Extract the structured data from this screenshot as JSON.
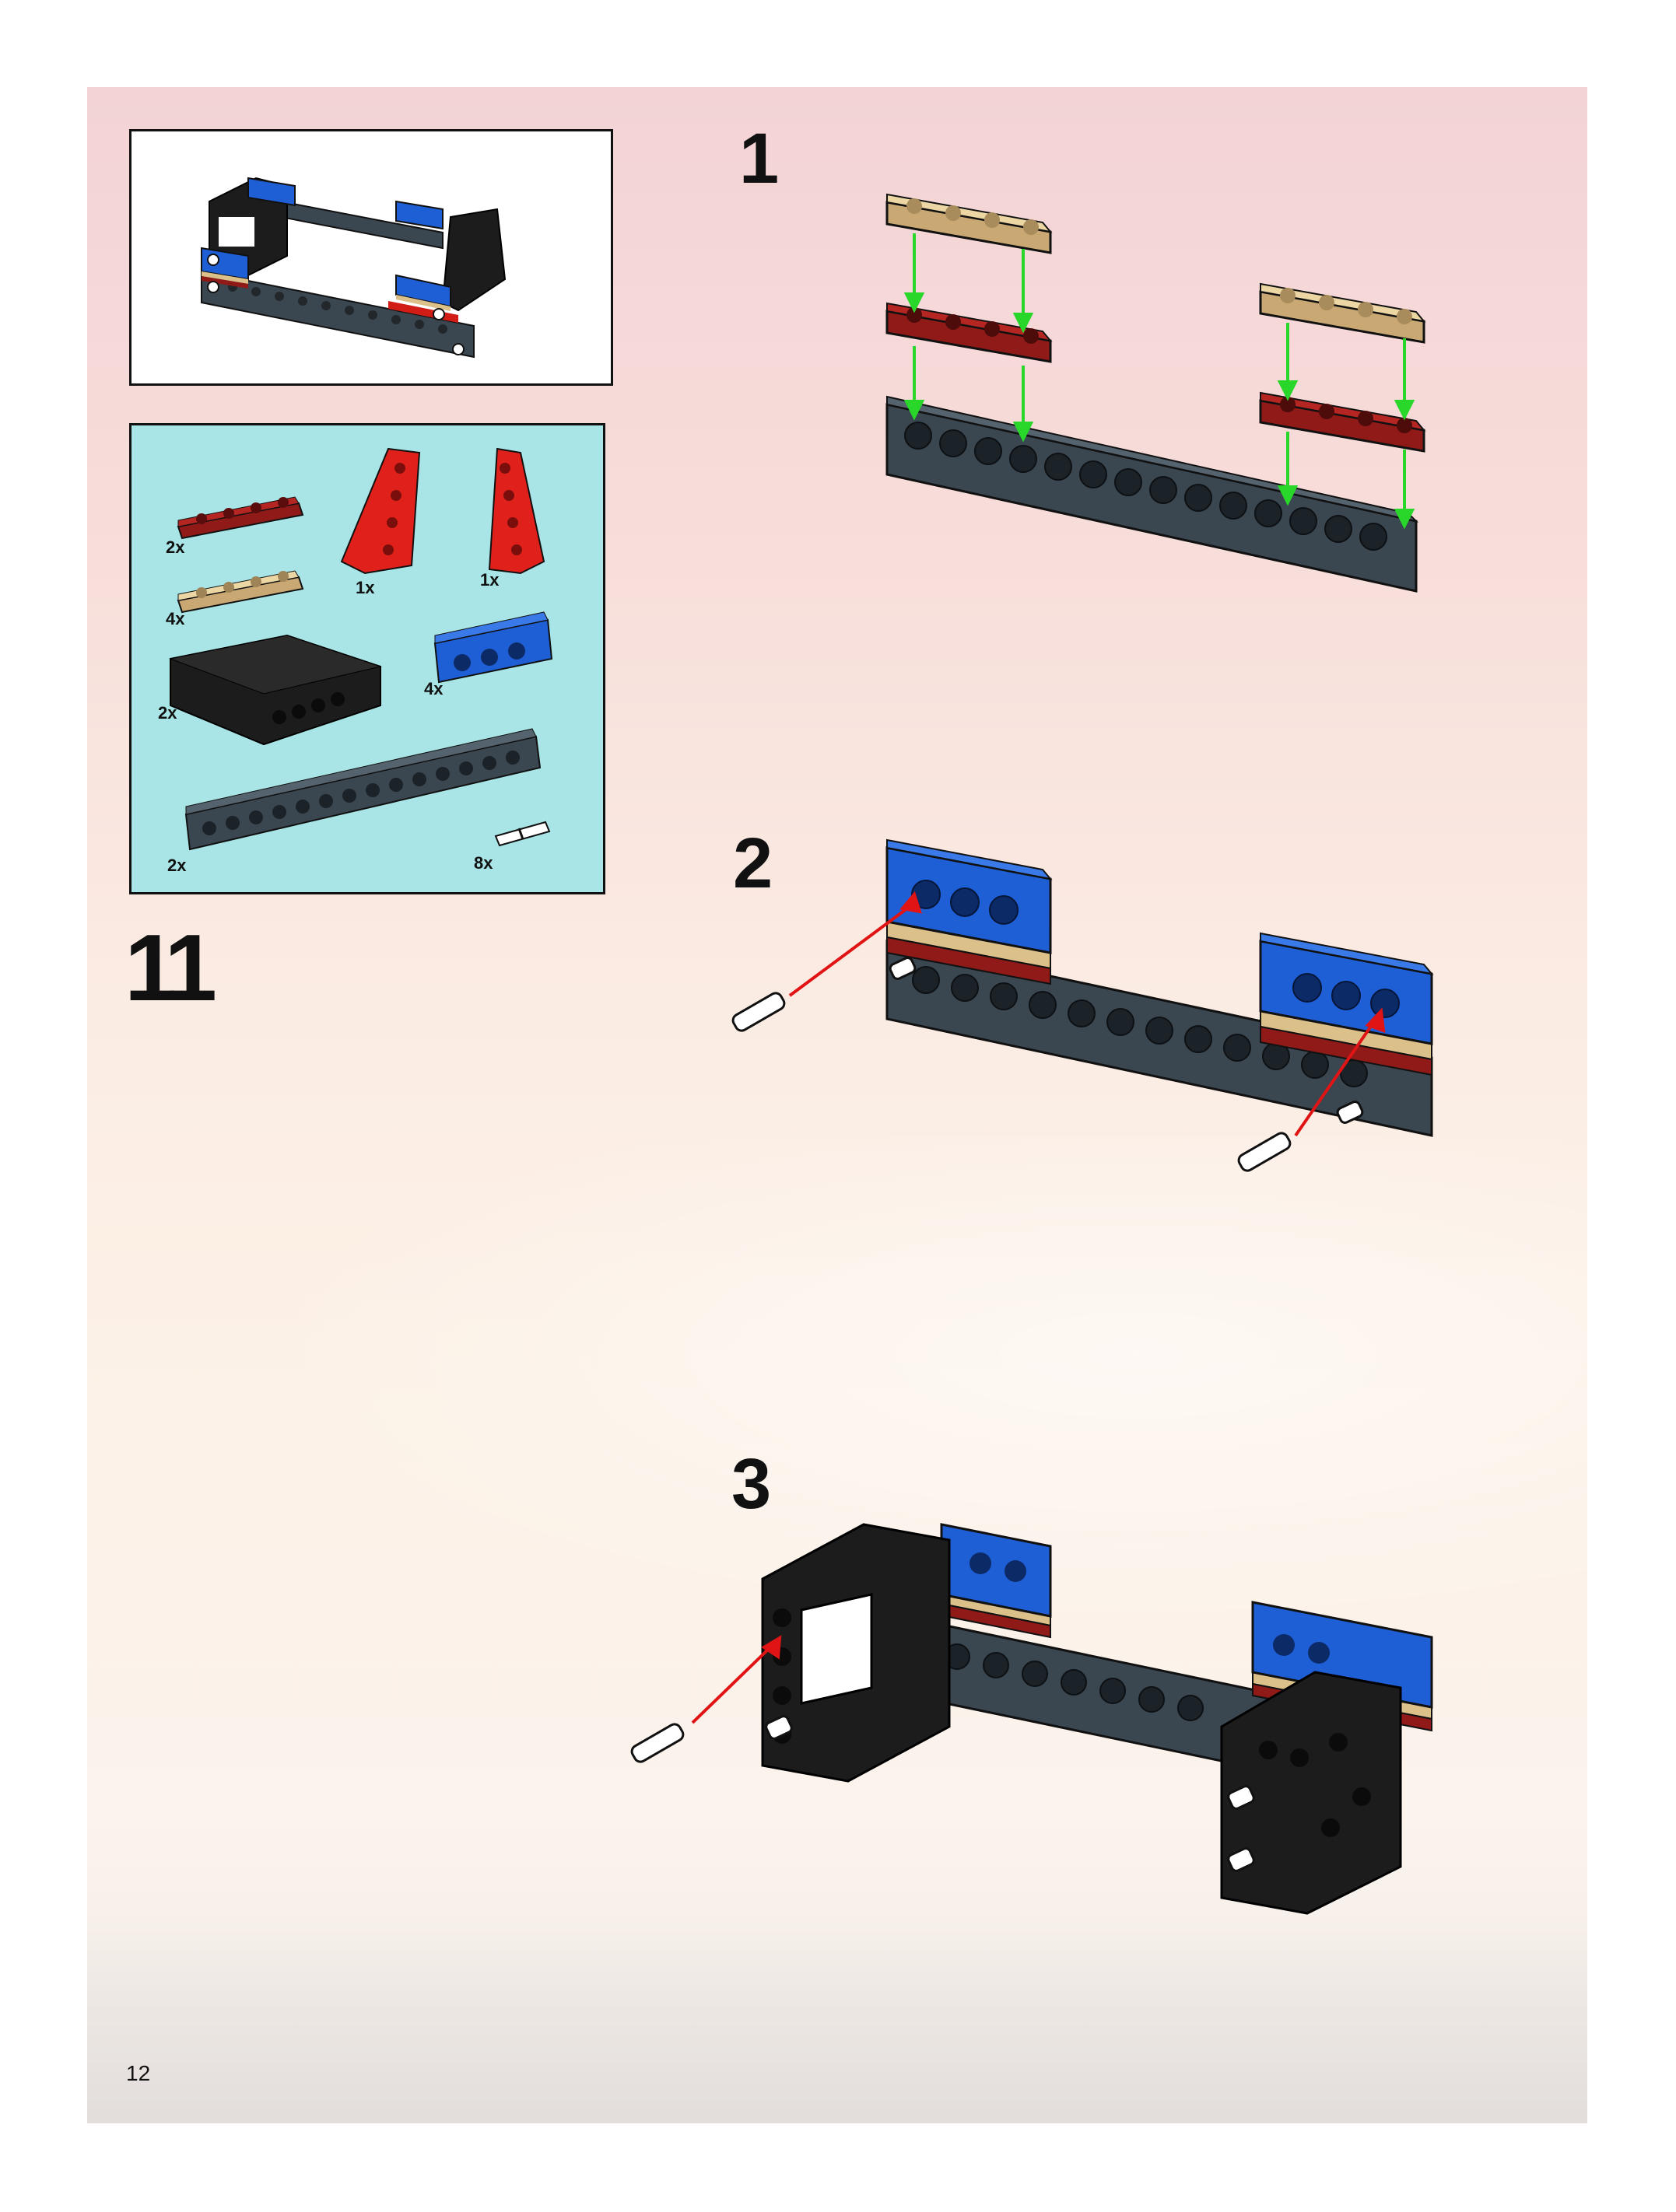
{
  "page": {
    "number": "12",
    "step_number": "11"
  },
  "parts_list": {
    "items": [
      {
        "part": "red-plate-1x4",
        "quantity": "2x"
      },
      {
        "part": "red-wedge-plate-left",
        "quantity": "1x"
      },
      {
        "part": "red-wedge-plate-right",
        "quantity": "1x"
      },
      {
        "part": "tan-plate-1x4",
        "quantity": "4x"
      },
      {
        "part": "black-technic-frame-5x7",
        "quantity": "2x"
      },
      {
        "part": "blue-technic-brick-1x4",
        "quantity": "4x"
      },
      {
        "part": "dark-gray-technic-beam-1x14",
        "quantity": "2x"
      },
      {
        "part": "friction-pin",
        "quantity": "8x"
      }
    ]
  },
  "substeps": [
    {
      "number": "1"
    },
    {
      "number": "2"
    },
    {
      "number": "3"
    }
  ],
  "colors": {
    "brick_red": "#8f1a18",
    "brick_tan": "#dcc089",
    "brick_blue": "#1f5fd6",
    "brick_dark_gray": "#3a4650",
    "brick_black": "#1c1c1c",
    "arrow_green": "#29d72a",
    "arrow_red": "#e01414",
    "parts_background": "#a9e5e6"
  }
}
